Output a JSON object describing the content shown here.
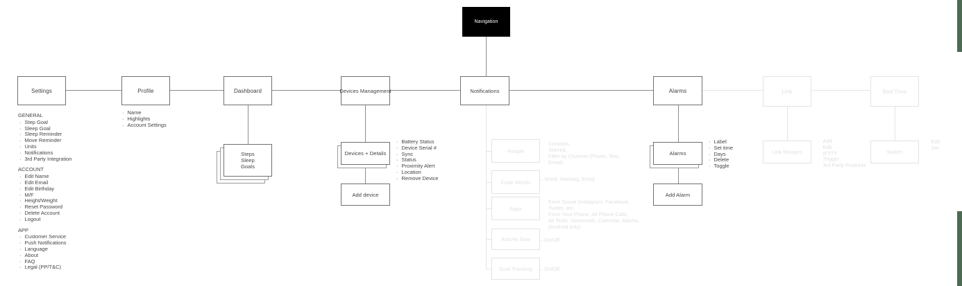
{
  "navigation": {
    "label": "Navigation"
  },
  "settings": {
    "label": "Settings",
    "groups": [
      {
        "header": "GENERAL",
        "items": [
          "Step Goal",
          "Sleep Goal",
          "Sleep Reminder",
          "Move Reminder",
          "Units",
          "Notifications",
          "3rd Party Integration"
        ]
      },
      {
        "header": "ACCOUNT",
        "items": [
          "Edit Name",
          "Edit Email",
          "Edit Birthday",
          "M/F",
          "Height/Weight",
          "Reset Password",
          "Delete Account",
          "Logout"
        ]
      },
      {
        "header": "APP",
        "items": [
          "Customer Service",
          "Push Notifications",
          "Language",
          "About",
          "FAQ",
          "Legal (PP/T&C)"
        ]
      }
    ]
  },
  "profile": {
    "label": "Profile",
    "items": [
      "Name",
      "Highlights",
      "Account Settings"
    ]
  },
  "dashboard": {
    "label": "Dashboard",
    "stack_lines": [
      "Steps",
      "Sleep",
      "Goals"
    ]
  },
  "devices": {
    "label": "Devices Management",
    "stack_label": "Devices + Details",
    "items": [
      "Battery Status",
      "Device Serial #",
      "Sync",
      "Status",
      "Proximity Alert",
      "Location",
      "Remove Device"
    ],
    "add_label": "Add device"
  },
  "notifications": {
    "label": "Notifications",
    "rows": [
      {
        "label": "People",
        "notes": [
          "Contacts,",
          "Starred,",
          "Filter by Channel (Phone, Text,",
          "Email)"
        ]
      },
      {
        "label": "Code Words",
        "notes": [
          "–  Word, Hashtag, Emoji"
        ]
      },
      {
        "label": "Apps",
        "notes": [
          "From Social (Instagram, Facebook,",
          "Twitter, etc.",
          "From Your Phone: All Phone Calls,",
          "All Texts, Voicemails, Calendar, Alarms,",
          "(Android only)"
        ]
      },
      {
        "label": "Activity Now",
        "notes": [
          "–  On/Off"
        ]
      },
      {
        "label": "Goal Tracking",
        "notes": [
          "–  On/Off"
        ]
      }
    ]
  },
  "alarms": {
    "label": "Alarms",
    "stack_label": "Alarms",
    "items": [
      "Label",
      "Set time",
      "Days",
      "Delete",
      "Toggle"
    ],
    "add_label": "Add Alarm"
  },
  "link": {
    "label": "Link",
    "stack_label": "Link Recipes",
    "items": [
      "Add",
      "Edit",
      "IFTTT",
      "Trigger",
      "3rd Party Products"
    ]
  },
  "bedtime": {
    "label": "Bed Time",
    "stack_label": "Switch",
    "items": [
      "Edit",
      "Set"
    ]
  },
  "colors": {
    "accent_green": "#4c6b52"
  }
}
